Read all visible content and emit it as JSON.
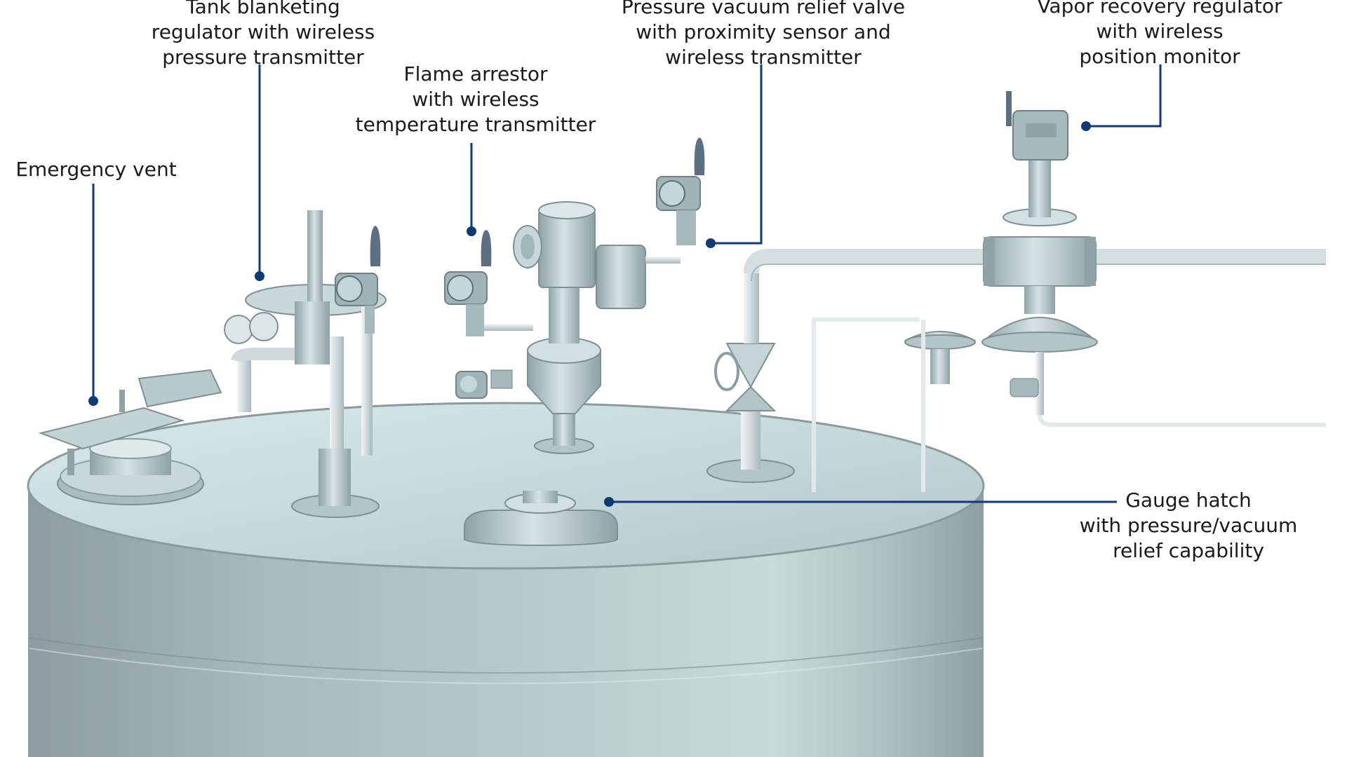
{
  "colors": {
    "leader": "#0f3a73",
    "tank_body": "#9fb2b5",
    "tank_top": "#c9dcdf",
    "equipment": "#b7c9cd",
    "equipment_dark": "#7f9599",
    "antenna": "#5d6f82",
    "pipe": "#dfe6e8"
  },
  "callouts": {
    "emergency_vent": {
      "lines": [
        "Emergency vent"
      ]
    },
    "blanketing": {
      "lines": [
        "Tank blanketing",
        "regulator with wireless",
        "pressure transmitter"
      ]
    },
    "flame_arrestor": {
      "lines": [
        "Flame arrestor",
        "with wireless",
        "temperature transmitter"
      ]
    },
    "pv_relief": {
      "lines": [
        "Pressure vacuum relief valve",
        "with proximity sensor and",
        "wireless transmitter"
      ]
    },
    "vapor_recovery": {
      "lines": [
        "Vapor recovery regulator",
        "with wireless",
        "position monitor"
      ]
    },
    "gauge_hatch": {
      "lines": [
        "Gauge hatch",
        "with pressure/vacuum",
        "relief capability"
      ]
    }
  }
}
